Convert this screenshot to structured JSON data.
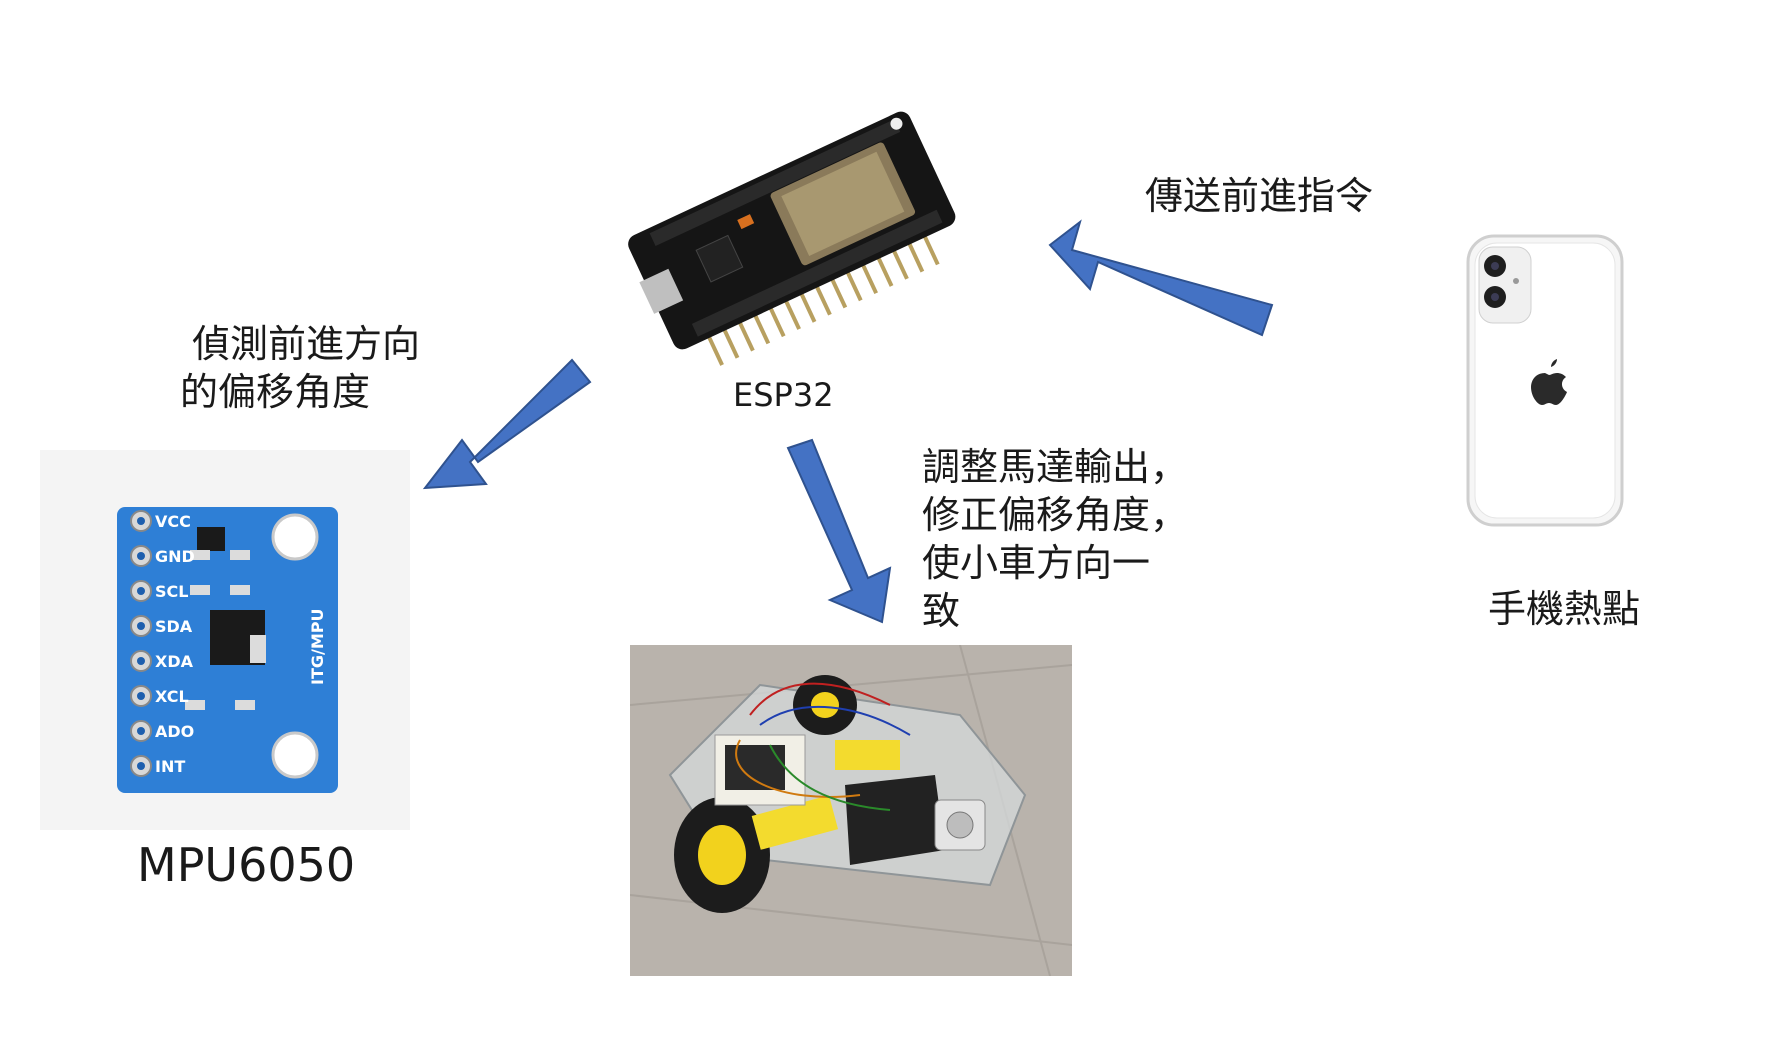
{
  "nodes": {
    "esp32": {
      "label": "ESP32"
    },
    "mpu": {
      "label": "MPU6050",
      "pins": [
        "VCC",
        "GND",
        "SCL",
        "SDA",
        "XDA",
        "XCL",
        "ADO",
        "INT"
      ],
      "board_text": "ITG/MPU"
    },
    "phone": {
      "label": "手機熱點"
    },
    "car": {
      "label": ""
    }
  },
  "edges": {
    "phone_to_esp": [
      "傳送前進指令"
    ],
    "esp_to_mpu": [
      "偵測前進方向",
      "的偏移角度"
    ],
    "esp_to_car": [
      "調整馬達輸出，",
      "修正偏移角度，",
      "使小車方向一",
      "致"
    ]
  },
  "colors": {
    "arrow": "#4472C4",
    "arrow_stroke": "#2F528F",
    "mpu_board": "#2E7FD6",
    "esp_board": "#1a1a1a"
  }
}
